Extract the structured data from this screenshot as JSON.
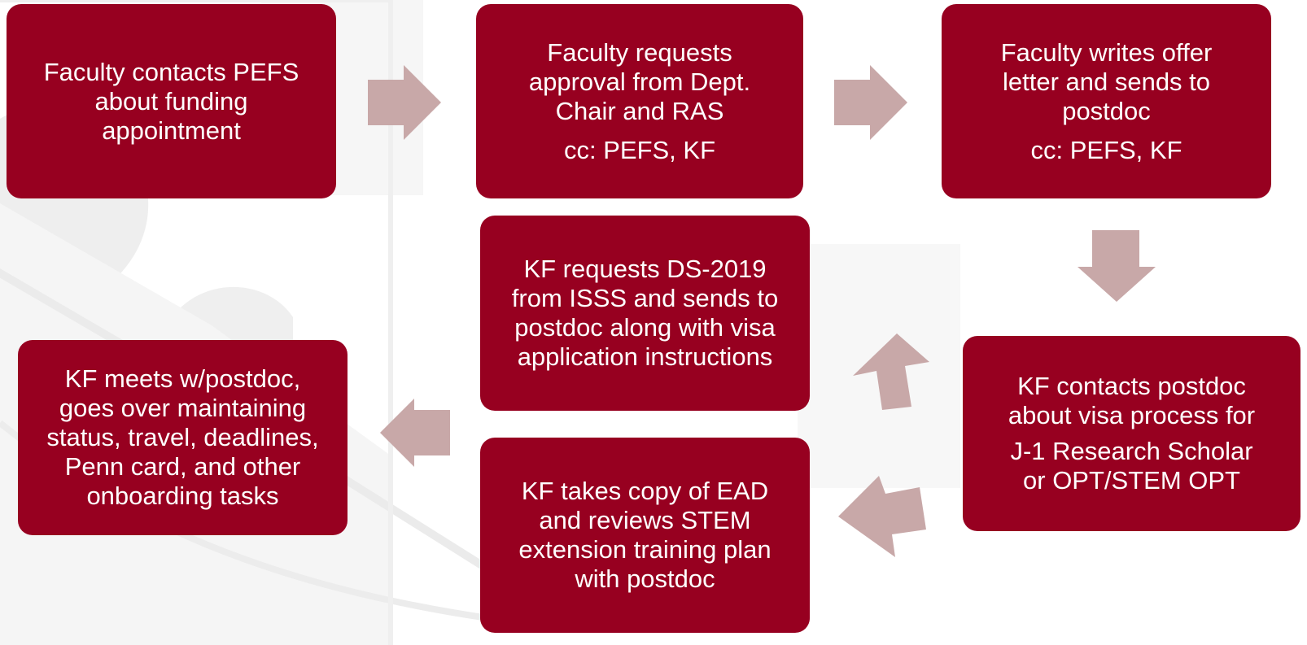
{
  "colors": {
    "box_fill": "#970020",
    "text": "#ffffff",
    "arrow": "#c8a8a8",
    "background": "#ffffff",
    "watermark": "#f3f3f3"
  },
  "steps": [
    {
      "lines": [
        "Faculty contacts PEFS",
        "about funding",
        "appointment"
      ]
    },
    {
      "lines": [
        "Faculty requests",
        "approval from Dept.",
        "Chair and RAS"
      ],
      "cc": "cc:  PEFS, KF"
    },
    {
      "lines": [
        "Faculty writes offer",
        "letter and sends to",
        "postdoc"
      ],
      "cc": "cc:  PEFS, KF"
    },
    {
      "lines": [
        "KF contacts postdoc",
        "about visa process for"
      ],
      "sub": [
        "J-1 Research Scholar",
        "or OPT/STEM OPT"
      ]
    },
    {
      "lines": [
        "KF requests DS-2019",
        "from ISSS and sends to",
        "postdoc along with visa",
        "application instructions"
      ]
    },
    {
      "lines": [
        "KF takes copy of EAD",
        "and reviews STEM",
        "extension training plan",
        "with postdoc"
      ]
    },
    {
      "lines": [
        "KF meets w/postdoc,",
        "goes over maintaining",
        "status, travel, deadlines,",
        "Penn card, and other",
        "onboarding  tasks"
      ]
    }
  ]
}
